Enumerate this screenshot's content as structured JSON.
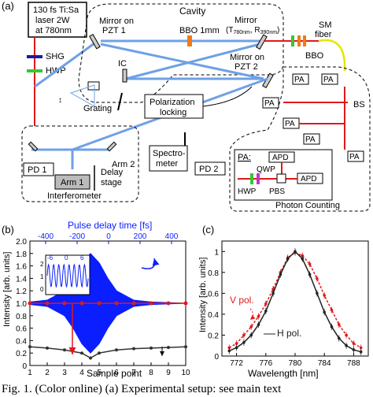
{
  "panel_a": {
    "label": "(a)",
    "laser": [
      "130 fs Ti:Sa",
      "laser 2W",
      "at 780nm"
    ],
    "shg": "SHG",
    "hwp": "HWP",
    "cavity": "Cavity",
    "mirror_pzt1": [
      "Mirror on",
      "PZT 1"
    ],
    "bbo_1mm": "BBO 1mm",
    "mirror_top": [
      "Mirror",
      "(T",
      "780nm",
      ", R",
      "390nm",
      ")"
    ],
    "ic": "IC",
    "mirror_pzt2": [
      "Mirror on",
      "PZT 2"
    ],
    "sm_fiber": [
      "SM",
      "fiber"
    ],
    "bbo": "BBO",
    "grating": "Grating",
    "pol_lock": [
      "Polarization",
      "locking"
    ],
    "arm2": "Arm 2",
    "arm1": "Arm 1",
    "pd1": "PD 1",
    "pd2": "PD 2",
    "delay_stage": [
      "Delay",
      "stage"
    ],
    "interferometer": "Interferometer",
    "spectrometer": [
      "Spectro-",
      "meter"
    ],
    "pa": "PA",
    "bs": "BS",
    "pa_legend": "PA:",
    "apd": "APD",
    "qwp": "QWP",
    "pbs": "PBS",
    "photon_counting": "Photon Counting"
  },
  "panel_b": {
    "label": "(b)",
    "top_axis_title": "Pulse delay time [fs]",
    "top_ticks": [
      "-400",
      "-200",
      "0",
      "200",
      "400"
    ],
    "y_label": "Intensity [arb. units]",
    "y_ticks": [
      "0",
      "0.2",
      "0.4",
      "0.6",
      "0.8",
      "1.0",
      "1.2",
      "1.4",
      "1.6",
      "1.8",
      "2.0"
    ],
    "x_label": "Sample point",
    "x_ticks": [
      "1",
      "2",
      "3",
      "4",
      "5",
      "6",
      "7",
      "8",
      "9",
      "10"
    ],
    "inset_x_ticks": [
      "-6",
      "0",
      "6"
    ],
    "inset_y_ticks": [
      "2",
      "1",
      "0"
    ],
    "colors": {
      "envelope": "#0a1eff",
      "red": "#e0191b",
      "dark": "#333333"
    }
  },
  "panel_c": {
    "label": "(c)",
    "y_label": "Intensity [arb. units]",
    "y_ticks": [
      "0",
      "0.2",
      "0.4",
      "0.6",
      "0.8",
      "1"
    ],
    "x_label": "Wavelength [nm]",
    "x_ticks": [
      "772",
      "776",
      "780",
      "784",
      "788"
    ],
    "v_pol": "V pol.",
    "h_pol": "H pol.",
    "colors": {
      "v": "#e0191b",
      "h": "#222222"
    }
  },
  "chart_data": [
    {
      "type": "line",
      "panel": "b",
      "xlabel": "Sample point",
      "ylabel": "Intensity [arb. units]",
      "top_xlabel": "Pulse delay time [fs]",
      "xlim": [
        1,
        10
      ],
      "ylim": [
        0,
        2.0
      ],
      "series": [
        {
          "values_x": [
            1,
            1.5,
            2,
            2.5,
            3,
            3.5,
            4,
            4.5,
            5,
            5.5,
            6,
            6.5,
            7,
            7.5,
            8,
            8.5,
            9,
            9.5,
            10
          ],
          "values_y": [
            1.0,
            1.0,
            1.0,
            1.0,
            1.0,
            1.0,
            1.0,
            1.0,
            1.0,
            1.0,
            1.0,
            1.0,
            1.0,
            1.0,
            1.0,
            1.0,
            1.0,
            1.0,
            1.0
          ]
        },
        {
          "values_x": [
            1,
            2,
            3,
            4,
            4.5,
            5,
            6,
            7,
            8,
            9,
            10
          ],
          "values_y": [
            0.3,
            0.28,
            0.25,
            0.2,
            0.12,
            0.2,
            0.25,
            0.27,
            0.28,
            0.29,
            0.3
          ]
        }
      ],
      "envelope": {
        "x": [
          1,
          2,
          3,
          3.5,
          4,
          4.5,
          5,
          5.5,
          6,
          7,
          8,
          10
        ],
        "upper": [
          1.02,
          1.05,
          1.2,
          1.4,
          1.65,
          1.8,
          1.65,
          1.4,
          1.2,
          1.05,
          1.02,
          1.0
        ],
        "lower": [
          0.98,
          0.95,
          0.8,
          0.6,
          0.35,
          0.2,
          0.35,
          0.6,
          0.8,
          0.95,
          0.98,
          1.0
        ]
      }
    },
    {
      "type": "scatter",
      "panel": "c",
      "xlabel": "Wavelength [nm]",
      "ylabel": "Intensity [arb. units]",
      "xlim": [
        770,
        790
      ],
      "ylim": [
        0,
        1.1
      ],
      "series": [
        {
          "name": "V pol.",
          "x": [
            771,
            772,
            773,
            774,
            775,
            776,
            777,
            778,
            779,
            780,
            781,
            782,
            783,
            784,
            785,
            786,
            787,
            788,
            789
          ],
          "y": [
            0.08,
            0.12,
            0.2,
            0.28,
            0.38,
            0.5,
            0.64,
            0.8,
            0.94,
            0.99,
            0.96,
            0.88,
            0.74,
            0.58,
            0.44,
            0.3,
            0.2,
            0.12,
            0.08
          ]
        },
        {
          "name": "H pol.",
          "x": [
            771,
            772,
            773,
            774,
            775,
            776,
            777,
            778,
            779,
            780,
            781,
            782,
            783,
            784,
            785,
            786,
            787,
            788,
            789
          ],
          "y": [
            0.05,
            0.08,
            0.13,
            0.2,
            0.3,
            0.43,
            0.6,
            0.78,
            0.93,
            1.0,
            0.93,
            0.78,
            0.6,
            0.42,
            0.28,
            0.17,
            0.1,
            0.06,
            0.04
          ]
        }
      ]
    }
  ],
  "caption": "Fig. 1.   (Color online) (a) Experimental setup: see main text"
}
